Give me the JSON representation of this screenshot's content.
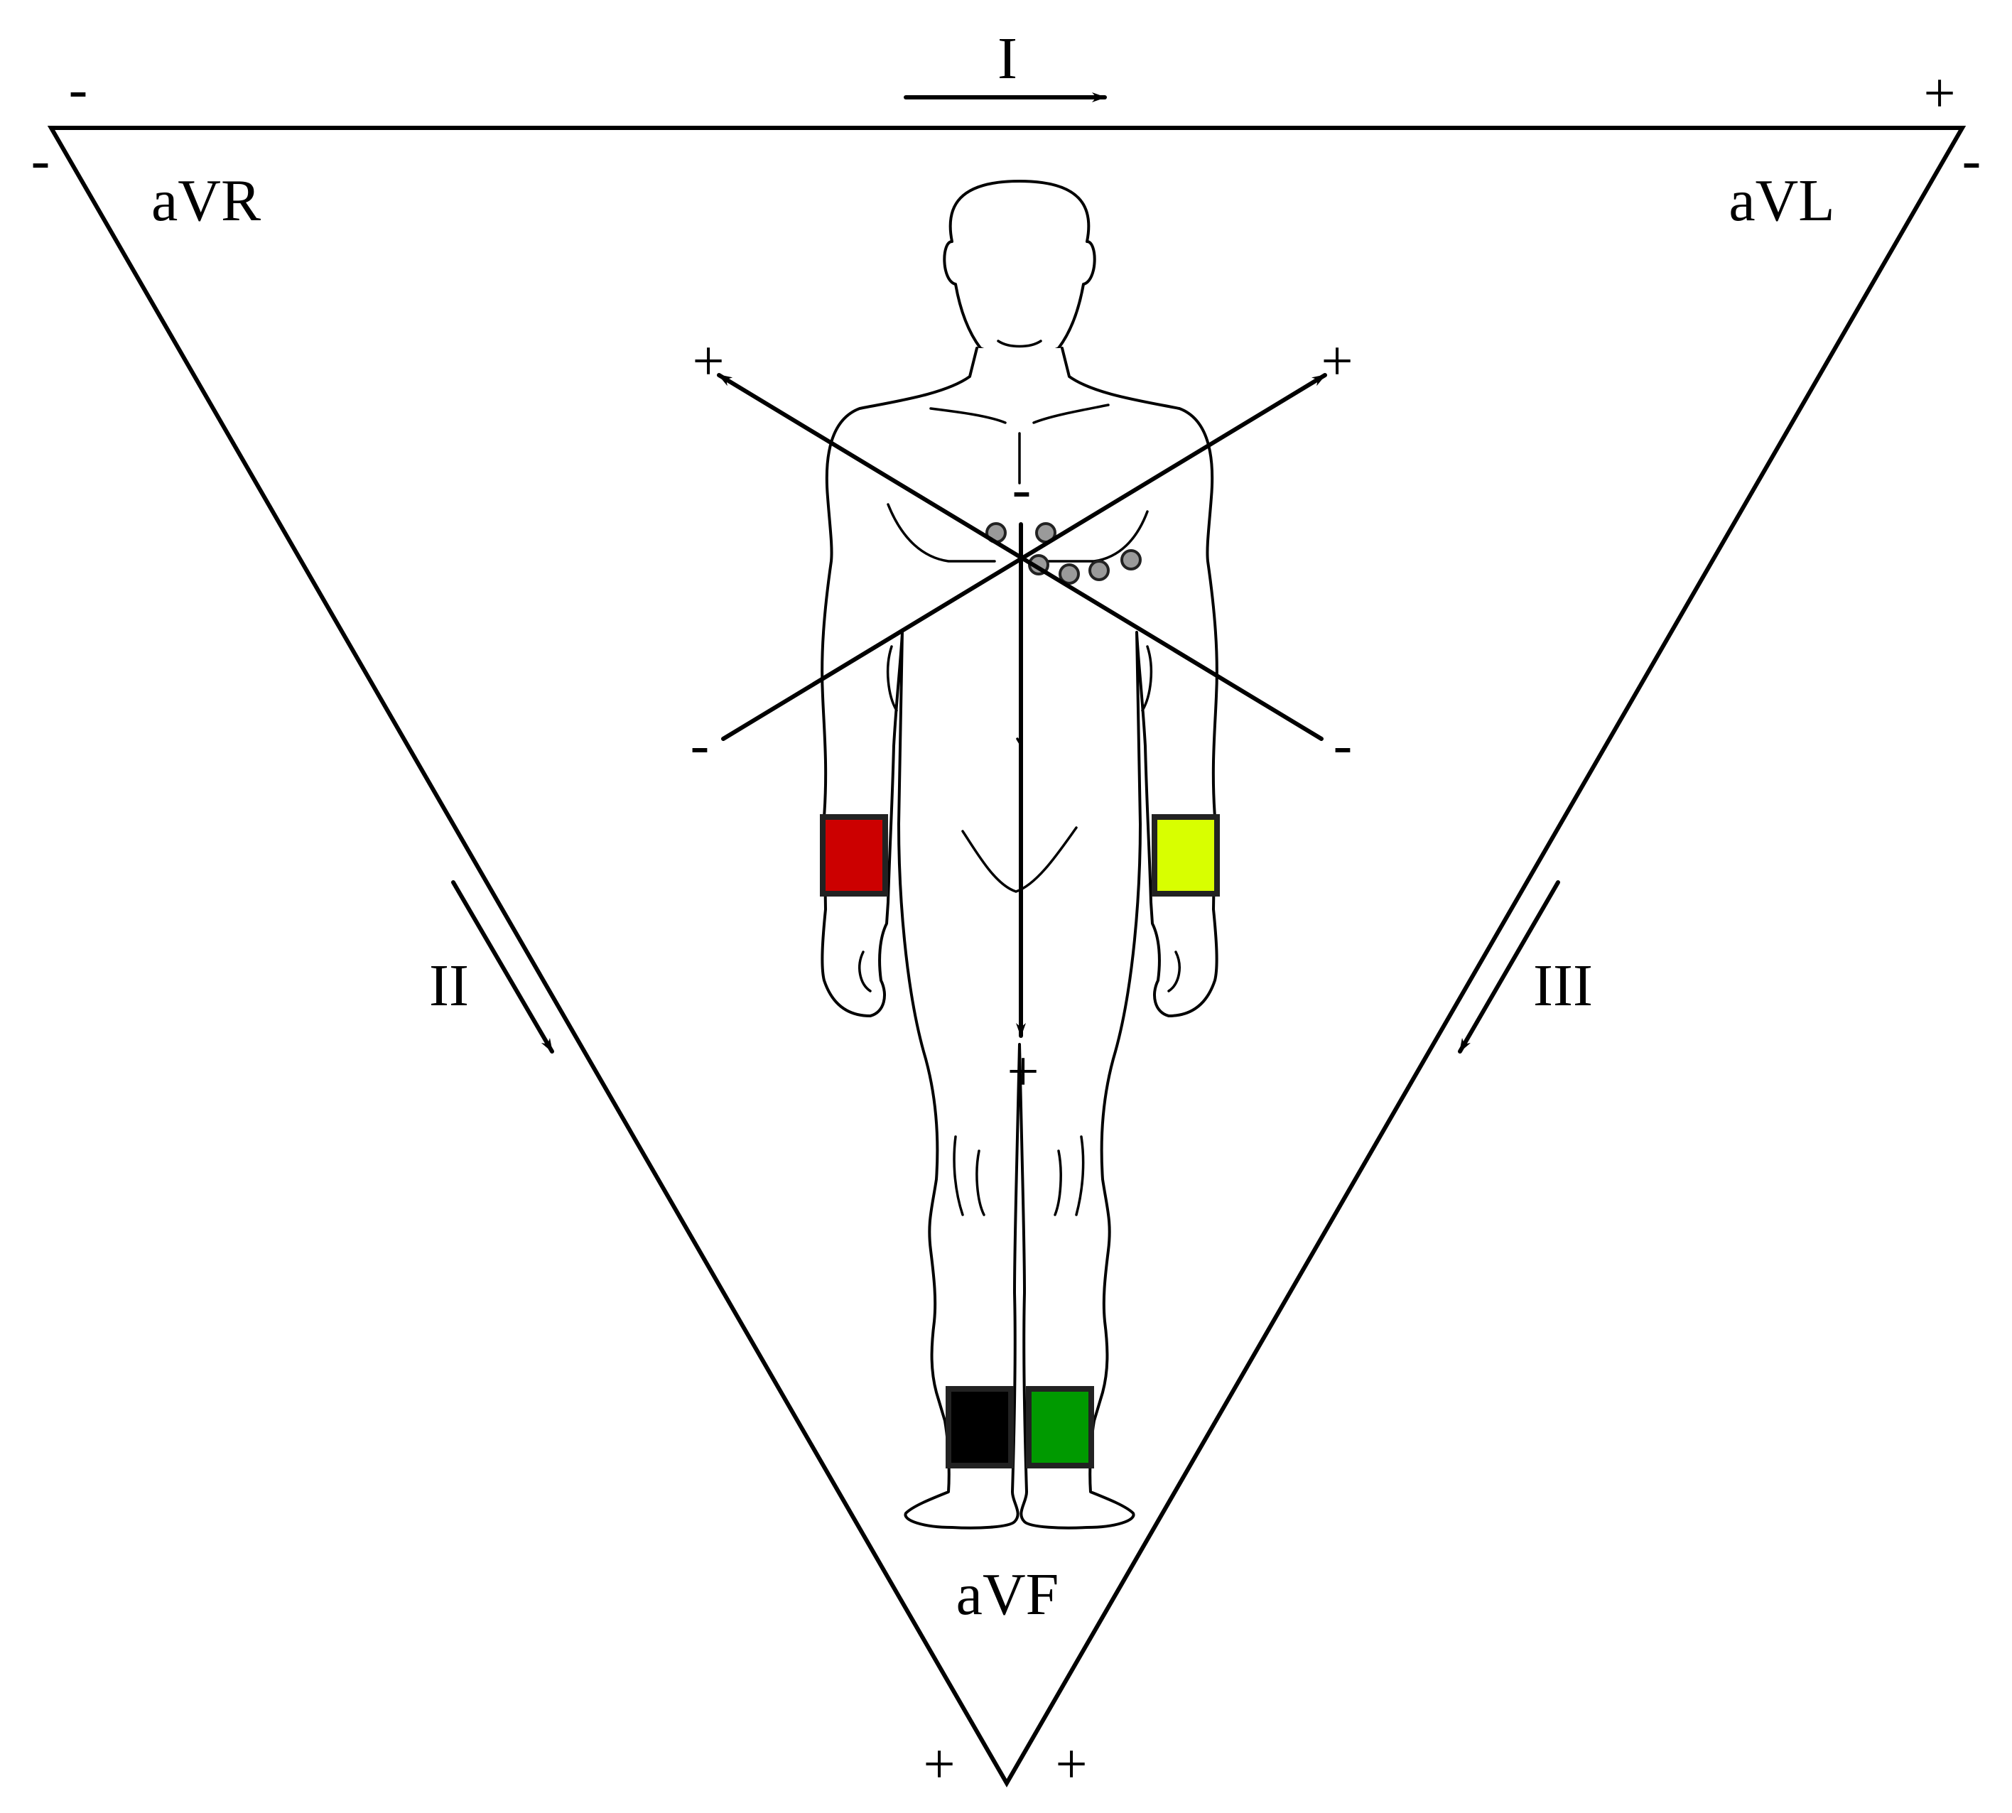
{
  "leads": {
    "I": "I",
    "II": "II",
    "III": "III",
    "aVR": "aVR",
    "aVL": "aVL",
    "aVF": "aVF"
  },
  "signs": {
    "plus": "+",
    "minus": "-"
  },
  "electrodes": [
    {
      "name": "right-arm",
      "color": "#cc0000"
    },
    {
      "name": "left-arm",
      "color": "#d8ff00"
    },
    {
      "name": "right-leg",
      "color": "#000000"
    },
    {
      "name": "left-leg",
      "color": "#009a00"
    }
  ],
  "colors": {
    "line": "#000000",
    "chest_electrode": "#9a9a9a"
  }
}
